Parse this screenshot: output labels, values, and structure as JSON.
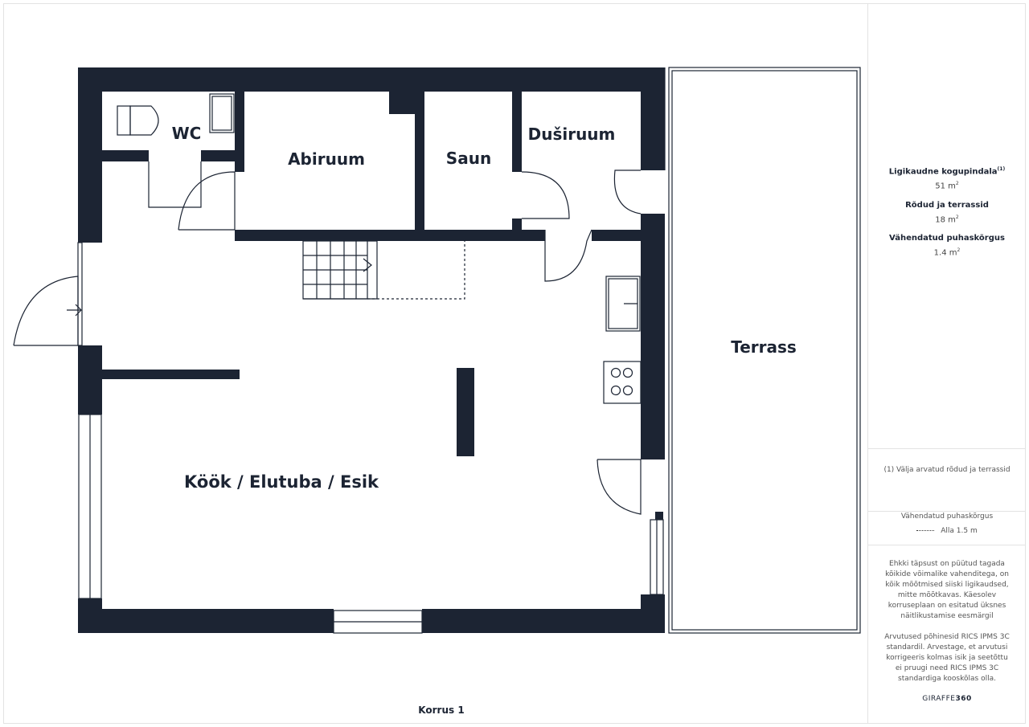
{
  "rooms": {
    "wc": "WC",
    "abiruum": "Abiruum",
    "saun": "Saun",
    "dusiruum": "Duširuum",
    "terrass": "Terrass",
    "kook": "Köök / Elutuba / Esik"
  },
  "floor_label": "Korrus 1",
  "stats": {
    "total_area_label": "Ligikaudne kogupindala",
    "total_area_note": "(1)",
    "total_area_value": "51 m",
    "balconies_label": "Rõdud ja terrassid",
    "balconies_value": "18 m",
    "reduced_height_label": "Vähendatud puhaskõrgus",
    "reduced_height_value": "1.4 m",
    "unit_sup": "2"
  },
  "footnote": "(1) Välja arvatud rõdud ja terrassid",
  "legend": {
    "title": "Vähendatud puhaskõrgus",
    "item": "Alla 1.5 m"
  },
  "disclaimer_1": "Ehkki täpsust on püütud tagada kõikide võimalike vahenditega, on kõik mõõtmised siiski ligikaudsed, mitte mõõtkavas. Käesolev korruseplaan on esitatud üksnes näitlikustamise eesmärgil",
  "disclaimer_2": "Arvutused põhinesid RICS IPMS 3C standardil. Arvestage, et arvutusi korrigeeris kolmas isik ja seetõttu ei pruugi need RICS IPMS 3C standardiga kooskõlas olla.",
  "brand": {
    "name": "GIRAFFE",
    "number": "360"
  },
  "colors": {
    "wall": "#1c2433",
    "text": "#1c2433"
  }
}
